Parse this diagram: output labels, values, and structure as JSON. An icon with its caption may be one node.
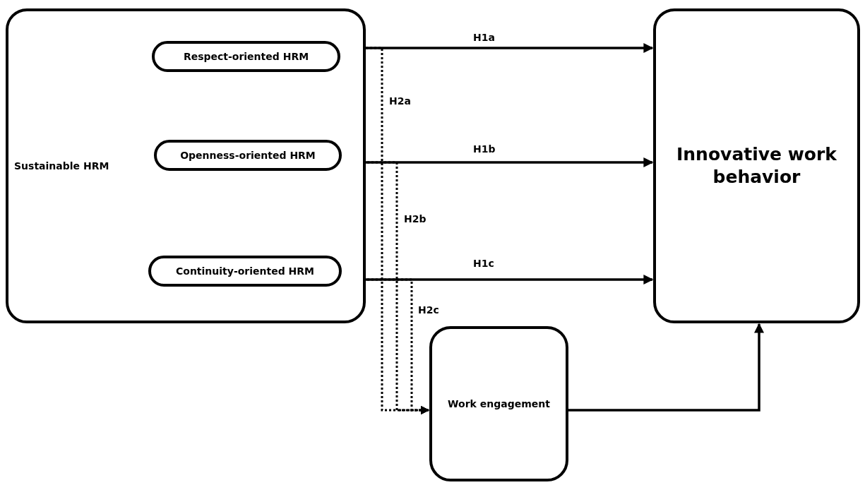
{
  "diagram": {
    "nodes": [
      {
        "text": [
          "Sustainable HRM"
        ]
      },
      {
        "text": [
          "Respect-oriented HRM"
        ],
        "in": 0
      },
      {
        "text": [
          "Openness-oriented HRM"
        ],
        "in": 0
      },
      {
        "text": [
          "Continuity-oriented HRM"
        ],
        "in": 0
      },
      {
        "text": [
          "Innovative work behavior"
        ]
      },
      {
        "text": [
          "Work engagement"
        ]
      }
    ],
    "edges": [
      {
        "from": 1,
        "to": 4,
        "arrow": "to",
        "label": "H1a"
      },
      {
        "from": 2,
        "to": 4,
        "arrow": "to",
        "label": "H1b"
      },
      {
        "from": 3,
        "to": 4,
        "arrow": "to",
        "label": "H1c"
      },
      {
        "from": 1,
        "to": 5,
        "arrow": "to",
        "label": "H2a",
        "style": "dashed"
      },
      {
        "from": 2,
        "to": 5,
        "arrow": "to",
        "label": "H2b",
        "style": "dashed"
      },
      {
        "from": 3,
        "to": 5,
        "arrow": "to",
        "label": "H2c",
        "style": "dashed"
      },
      {
        "from": 5,
        "to": 4,
        "arrow": "to"
      }
    ]
  }
}
